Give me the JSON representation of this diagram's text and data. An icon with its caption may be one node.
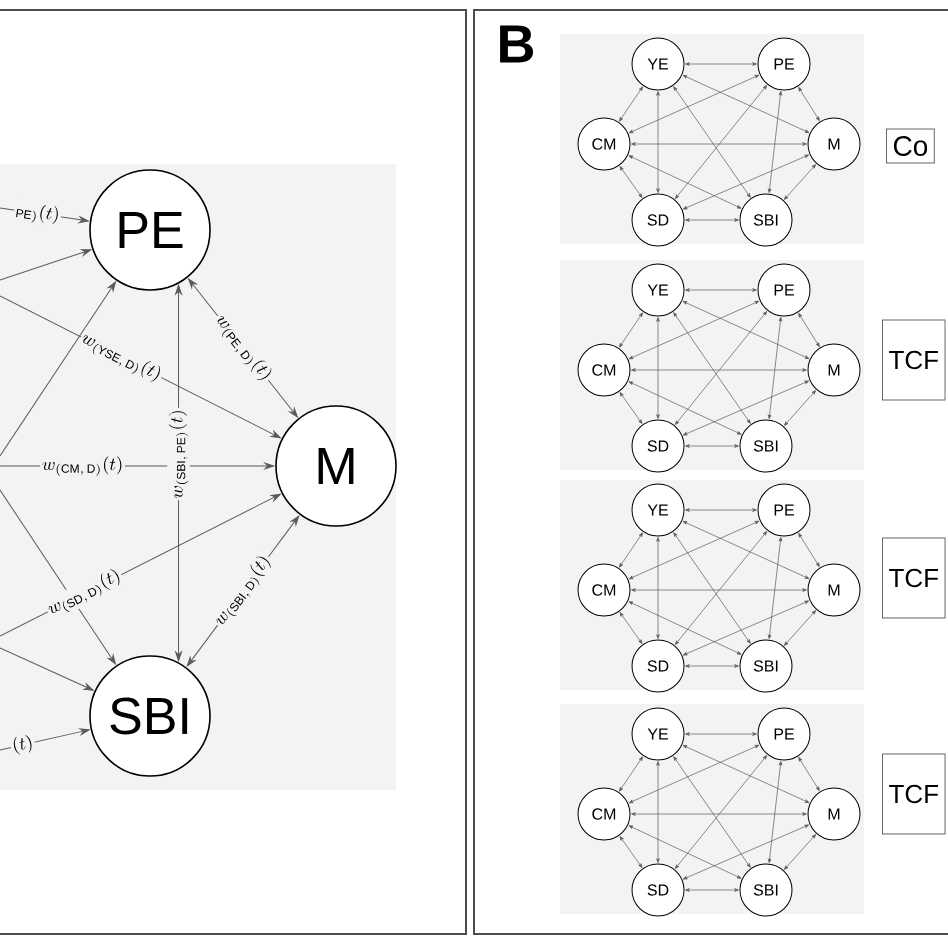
{
  "diagram": {
    "nodes": [
      {
        "text": [
          "PE"
        ]
      },
      {
        "text": [
          "M"
        ]
      },
      {
        "text": [
          "SBI"
        ]
      },
      {
        "text": [
          "YE"
        ]
      },
      {
        "text": [
          "PE"
        ]
      },
      {
        "text": [
          "CM"
        ]
      },
      {
        "text": [
          "M"
        ]
      },
      {
        "text": [
          "SD"
        ]
      },
      {
        "text": [
          "SBI"
        ]
      },
      {
        "text": [
          "YE"
        ]
      },
      {
        "text": [
          "PE"
        ]
      },
      {
        "text": [
          "CM"
        ]
      },
      {
        "text": [
          "M"
        ]
      },
      {
        "text": [
          "SD"
        ]
      },
      {
        "text": [
          "SBI"
        ]
      },
      {
        "text": [
          "YE"
        ]
      },
      {
        "text": [
          "PE"
        ]
      },
      {
        "text": [
          "CM"
        ]
      },
      {
        "text": [
          "M"
        ]
      },
      {
        "text": [
          "SD"
        ]
      },
      {
        "text": [
          "SBI"
        ]
      },
      {
        "text": [
          "YE"
        ]
      },
      {
        "text": [
          "PE"
        ]
      },
      {
        "text": [
          "CM"
        ]
      },
      {
        "text": [
          "M"
        ]
      },
      {
        "text": [
          "SD"
        ]
      },
      {
        "text": [
          "SBI"
        ]
      },
      {
        "text": [
          "Co"
        ]
      },
      {
        "text": [
          "TCF"
        ]
      },
      {
        "text": [
          "TCF"
        ]
      },
      {
        "text": [
          "TCF"
        ]
      }
    ],
    "edges": [
      {
        "from": null,
        "to": 0,
        "arrow": "to",
        "label": "{}_{\\mathrm{PE)}}(t)"
      },
      {
        "from": null,
        "to": 0,
        "arrow": "to"
      },
      {
        "from": null,
        "to": 1,
        "arrow": "to",
        "label": "w_{\\mathrm{(YSE,\\,D)}}(t)"
      },
      {
        "from": null,
        "to": 0,
        "arrow": "to"
      },
      {
        "from": null,
        "to": 1,
        "arrow": "to",
        "label": "w_{\\mathrm{(CM,\\,D)}}(t)"
      },
      {
        "from": null,
        "to": 2,
        "arrow": "to"
      },
      {
        "from": null,
        "to": 1,
        "arrow": "to",
        "label": "w_{\\mathrm{(SD,\\,D)}}(t)"
      },
      {
        "from": null,
        "to": 2,
        "arrow": "to"
      },
      {
        "from": null,
        "to": 2,
        "arrow": "to",
        "label": "(t)"
      },
      {
        "from": 0,
        "to": 1,
        "arrow": "both",
        "label": "w_{\\mathrm{(PE,\\,D)}}(t)"
      },
      {
        "from": 2,
        "to": 0,
        "arrow": "both",
        "label": "w_{\\mathrm{(SBI,\\,PE)}}(t)"
      },
      {
        "from": 2,
        "to": 1,
        "arrow": "both",
        "label": "w_{\\mathrm{(SBI,\\,D)}}(t)"
      },
      {
        "from": 3,
        "to": 4,
        "arrow": "both"
      },
      {
        "from": 3,
        "to": 5,
        "arrow": "both"
      },
      {
        "from": 4,
        "to": 6,
        "arrow": "both"
      },
      {
        "from": 5,
        "to": 7,
        "arrow": "both"
      },
      {
        "from": 6,
        "to": 8,
        "arrow": "both"
      },
      {
        "from": 7,
        "to": 8,
        "arrow": "both"
      },
      {
        "from": 3,
        "to": 7,
        "arrow": "both"
      },
      {
        "from": 4,
        "to": 8,
        "arrow": "both"
      },
      {
        "from": 5,
        "to": 6,
        "arrow": "both"
      },
      {
        "from": 3,
        "to": 6,
        "arrow": "both"
      },
      {
        "from": 4,
        "to": 5,
        "arrow": "both"
      },
      {
        "from": 3,
        "to": 8,
        "arrow": "both"
      },
      {
        "from": 4,
        "to": 7,
        "arrow": "both"
      },
      {
        "from": 5,
        "to": 8,
        "arrow": "both"
      },
      {
        "from": 6,
        "to": 7,
        "arrow": "both"
      },
      {
        "from": 9,
        "to": 10,
        "arrow": "both"
      },
      {
        "from": 9,
        "to": 11,
        "arrow": "both"
      },
      {
        "from": 10,
        "to": 12,
        "arrow": "both"
      },
      {
        "from": 11,
        "to": 13,
        "arrow": "both"
      },
      {
        "from": 12,
        "to": 14,
        "arrow": "both"
      },
      {
        "from": 13,
        "to": 14,
        "arrow": "both"
      },
      {
        "from": 9,
        "to": 13,
        "arrow": "both"
      },
      {
        "from": 10,
        "to": 14,
        "arrow": "both"
      },
      {
        "from": 11,
        "to": 12,
        "arrow": "both"
      },
      {
        "from": 9,
        "to": 12,
        "arrow": "both"
      },
      {
        "from": 10,
        "to": 11,
        "arrow": "both"
      },
      {
        "from": 9,
        "to": 14,
        "arrow": "both"
      },
      {
        "from": 10,
        "to": 13,
        "arrow": "both"
      },
      {
        "from": 11,
        "to": 14,
        "arrow": "both"
      },
      {
        "from": 12,
        "to": 13,
        "arrow": "both"
      },
      {
        "from": 15,
        "to": 16,
        "arrow": "both"
      },
      {
        "from": 15,
        "to": 17,
        "arrow": "both"
      },
      {
        "from": 16,
        "to": 18,
        "arrow": "both"
      },
      {
        "from": 17,
        "to": 19,
        "arrow": "both"
      },
      {
        "from": 18,
        "to": 20,
        "arrow": "both"
      },
      {
        "from": 19,
        "to": 20,
        "arrow": "both"
      },
      {
        "from": 15,
        "to": 19,
        "arrow": "both"
      },
      {
        "from": 16,
        "to": 20,
        "arrow": "both"
      },
      {
        "from": 17,
        "to": 18,
        "arrow": "both"
      },
      {
        "from": 15,
        "to": 18,
        "arrow": "both"
      },
      {
        "from": 16,
        "to": 17,
        "arrow": "both"
      },
      {
        "from": 15,
        "to": 20,
        "arrow": "both"
      },
      {
        "from": 16,
        "to": 19,
        "arrow": "both"
      },
      {
        "from": 17,
        "to": 20,
        "arrow": "both"
      },
      {
        "from": 18,
        "to": 19,
        "arrow": "both"
      },
      {
        "from": 21,
        "to": 22,
        "arrow": "both"
      },
      {
        "from": 21,
        "to": 23,
        "arrow": "both"
      },
      {
        "from": 22,
        "to": 24,
        "arrow": "both"
      },
      {
        "from": 23,
        "to": 25,
        "arrow": "both"
      },
      {
        "from": 24,
        "to": 26,
        "arrow": "both"
      },
      {
        "from": 25,
        "to": 26,
        "arrow": "both"
      },
      {
        "from": 21,
        "to": 25,
        "arrow": "both"
      },
      {
        "from": 22,
        "to": 26,
        "arrow": "both"
      },
      {
        "from": 23,
        "to": 24,
        "arrow": "both"
      },
      {
        "from": 21,
        "to": 24,
        "arrow": "both"
      },
      {
        "from": 22,
        "to": 23,
        "arrow": "both"
      },
      {
        "from": 21,
        "to": 26,
        "arrow": "both"
      },
      {
        "from": 22,
        "to": 25,
        "arrow": "both"
      },
      {
        "from": 23,
        "to": 26,
        "arrow": "both"
      },
      {
        "from": 24,
        "to": 25,
        "arrow": "both"
      }
    ],
    "labels": [
      "B"
    ]
  }
}
